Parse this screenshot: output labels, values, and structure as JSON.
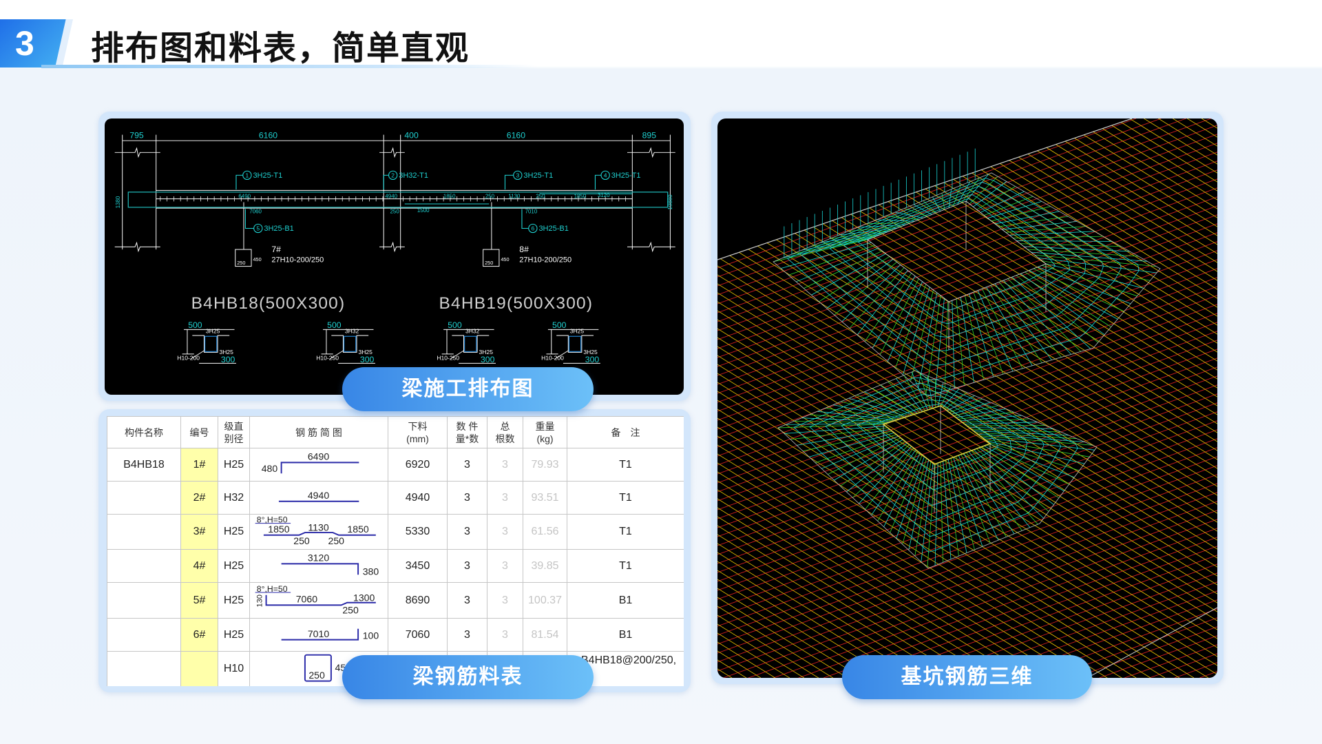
{
  "header": {
    "number": "3",
    "title": "排布图和料表，简单直观"
  },
  "labels": {
    "layout": "梁施工排布图",
    "table": "梁钢筋料表",
    "pit": "基坑钢筋三维"
  },
  "cad": {
    "dims": [
      "795",
      "6160",
      "400",
      "6160",
      "895"
    ],
    "callouts": [
      {
        "n": "1",
        "label": "3H25-T1"
      },
      {
        "n": "2",
        "label": "3H32-T1"
      },
      {
        "n": "3",
        "label": "3H25-T1"
      },
      {
        "n": "4",
        "label": "3H25-T1"
      },
      {
        "n": "5",
        "label": "3H25-B1"
      },
      {
        "n": "6",
        "label": "3H25-B1"
      }
    ],
    "marks": [
      "6490",
      "4940",
      "1850",
      "250",
      "1130",
      "250",
      "1850",
      "3120",
      "7060",
      "250",
      "1500",
      "7010"
    ],
    "side": [
      "1380",
      "10880"
    ],
    "stirrups": [
      {
        "tag": "7#",
        "spec": "27H10-200/250",
        "w": "250",
        "h": "450"
      },
      {
        "tag": "8#",
        "spec": "27H10-200/250",
        "w": "250",
        "h": "450"
      }
    ],
    "beam_titles": [
      "B4HB18(500X300)",
      "B4HB19(500X300)"
    ],
    "sections": [
      {
        "width": "500",
        "top": "3H25",
        "bottom": "3H25",
        "stirrup": "H10-200",
        "depth": "300"
      },
      {
        "width": "500",
        "top": "3H32",
        "bottom": "3H25",
        "stirrup": "H10-250",
        "depth": "300"
      },
      {
        "width": "500",
        "top": "3H32",
        "bottom": "3H25",
        "stirrup": "H10-250",
        "depth": "300"
      },
      {
        "width": "500",
        "top": "3H25",
        "bottom": "3H25",
        "stirrup": "H10-200",
        "depth": "300"
      }
    ]
  },
  "table": {
    "headers": [
      "构件名称",
      "编号",
      "级直\n别径",
      "钢 筋 简 图",
      "下料\n(mm)",
      "数 件\n量*数",
      "总\n根数",
      "重量\n(kg)",
      "备　注"
    ],
    "rows": [
      {
        "member": "B4HB18",
        "no": "1#",
        "dia": "H25",
        "cut": "6920",
        "qty": "3",
        "total": "3",
        "weight": "79.93",
        "remark": "T1"
      },
      {
        "member": "",
        "no": "2#",
        "dia": "H32",
        "cut": "4940",
        "qty": "3",
        "total": "3",
        "weight": "93.51",
        "remark": "T1"
      },
      {
        "member": "",
        "no": "3#",
        "dia": "H25",
        "cut": "5330",
        "qty": "3",
        "total": "3",
        "weight": "61.56",
        "remark": "T1"
      },
      {
        "member": "",
        "no": "4#",
        "dia": "H25",
        "cut": "3450",
        "qty": "3",
        "total": "3",
        "weight": "39.85",
        "remark": "T1"
      },
      {
        "member": "",
        "no": "5#",
        "dia": "H25",
        "cut": "8690",
        "qty": "3",
        "total": "3",
        "weight": "100.37",
        "remark": "B1"
      },
      {
        "member": "",
        "no": "6#",
        "dia": "H25",
        "cut": "7060",
        "qty": "3",
        "total": "3",
        "weight": "81.54",
        "remark": "B1"
      },
      {
        "member": "",
        "no": "",
        "dia": "H10",
        "cut": "",
        "qty": "",
        "total": "",
        "weight": "",
        "remark": "B4HB18@200/250,"
      }
    ],
    "sketches": {
      "r1": [
        "6490",
        "480"
      ],
      "r2": [
        "4940"
      ],
      "r3": [
        "8°,H=50",
        "1850",
        "1130",
        "1850",
        "250",
        "250"
      ],
      "r4": [
        "3120",
        "380"
      ],
      "r5": [
        "8°,H=50",
        "130",
        "7060",
        "1300",
        "250"
      ],
      "r6": [
        "7010",
        "100"
      ],
      "r7": [
        "250",
        "45"
      ]
    }
  }
}
